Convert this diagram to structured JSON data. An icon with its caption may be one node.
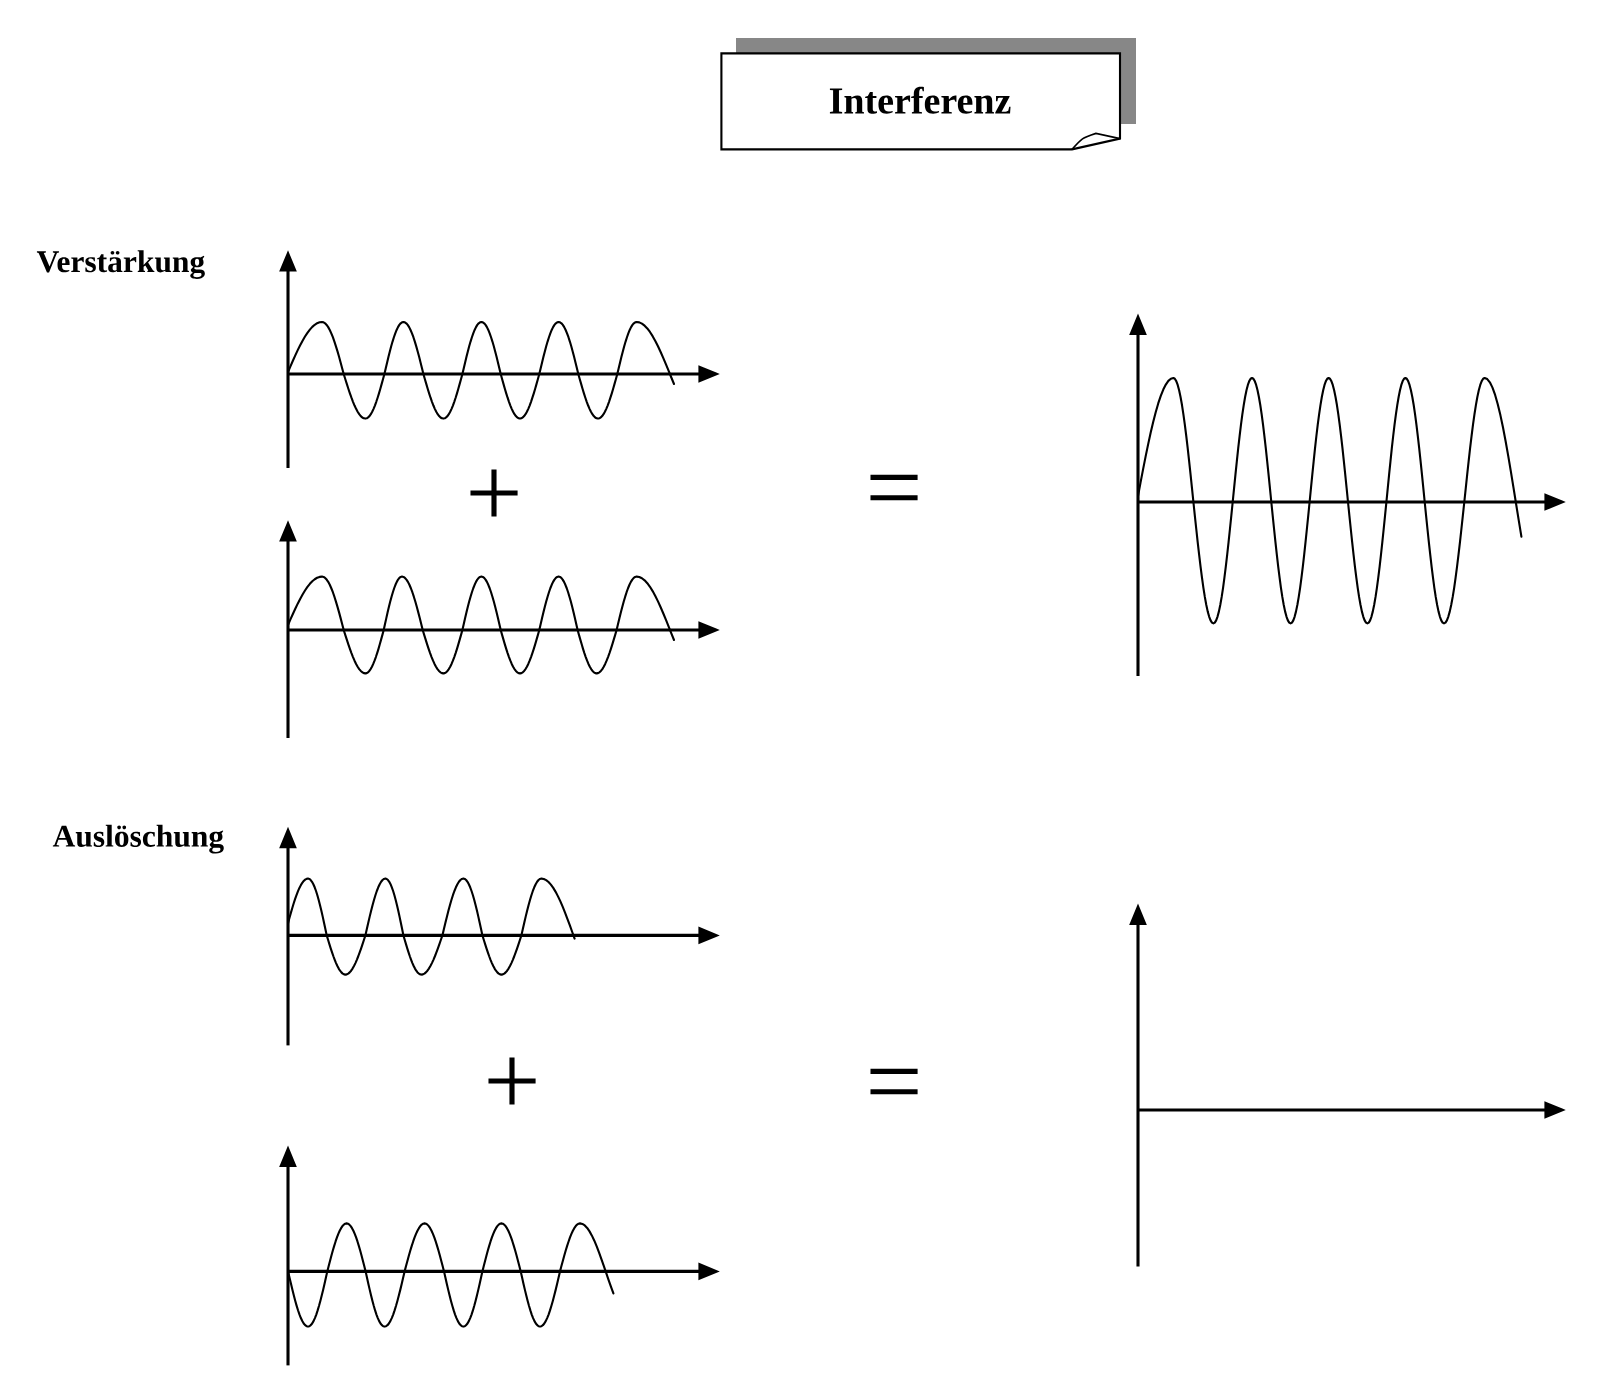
{
  "diagram": {
    "title": "Interferenz",
    "labels": [
      "Verstärkung",
      "+",
      "=",
      "Auslöschung",
      "+",
      "="
    ]
  }
}
